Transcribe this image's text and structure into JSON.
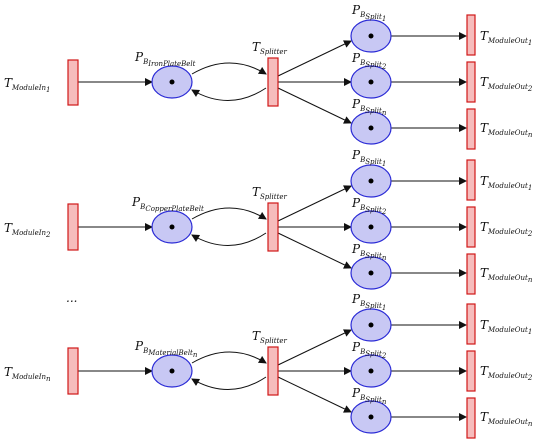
{
  "labels": {
    "module_in_main": "T",
    "module_in_1_sub": "ModuleIn",
    "module_in_1_subsub": "1",
    "module_in_2_sub": "ModuleIn",
    "module_in_2_subsub": "2",
    "module_in_n_sub": "ModuleIn",
    "module_in_n_subsub": "n",
    "belt_main": "P",
    "belt_1_sub": "B",
    "belt_1_subsub": "IronPlateBelt",
    "belt_2_sub": "B",
    "belt_2_subsub": "CopperPlateBelt",
    "belt_n_sub": "B",
    "belt_n_subsub": "MaterialBelt",
    "belt_n_subsubsub": "n",
    "splitter_main": "T",
    "splitter_sub": "Splitter",
    "split_main": "P",
    "split_sub": "B",
    "split_subsub": "Split",
    "split_idx_1": "1",
    "split_idx_2": "2",
    "split_idx_n": "n",
    "out_main": "T",
    "out_sub": "ModuleOut",
    "out_idx_1": "1",
    "out_idx_2": "2",
    "out_idx_n": "n",
    "ellipsis": "..."
  },
  "colors": {
    "place_fill": "#c8c8f4",
    "place_stroke": "#2b2bd6",
    "transition_fill": "#f6bcbc",
    "transition_stroke": "#d01818"
  }
}
